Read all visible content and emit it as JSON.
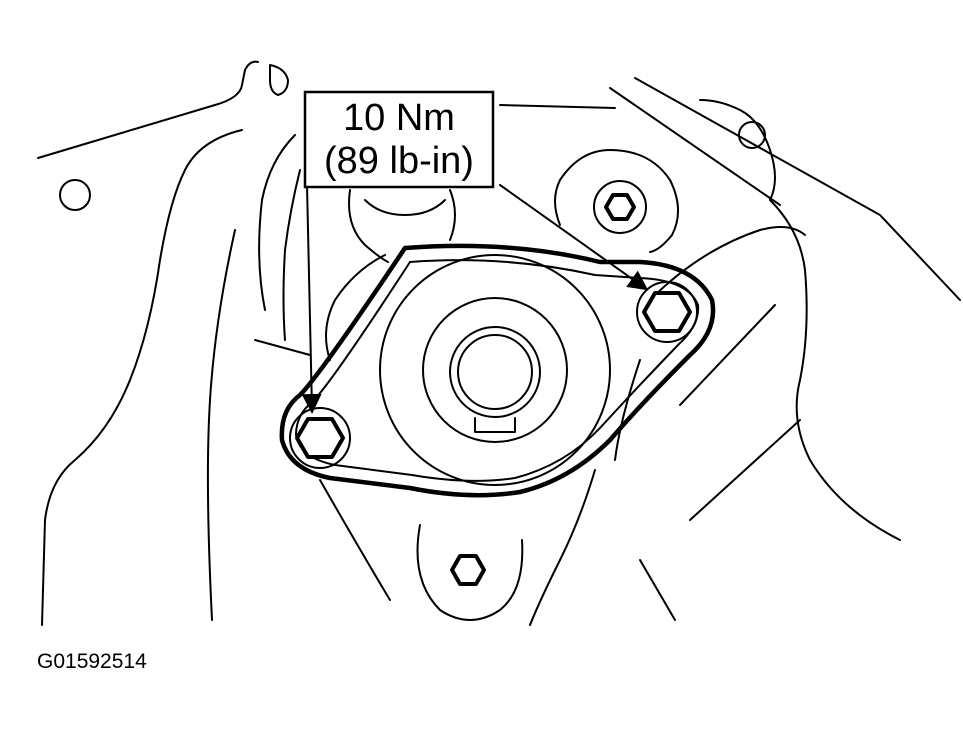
{
  "callout": {
    "torque_metric": "10 Nm",
    "torque_imperial": "(89 lb-in)"
  },
  "figure_id": "G01592514",
  "colors": {
    "line": "#000000",
    "background": "#ffffff"
  }
}
